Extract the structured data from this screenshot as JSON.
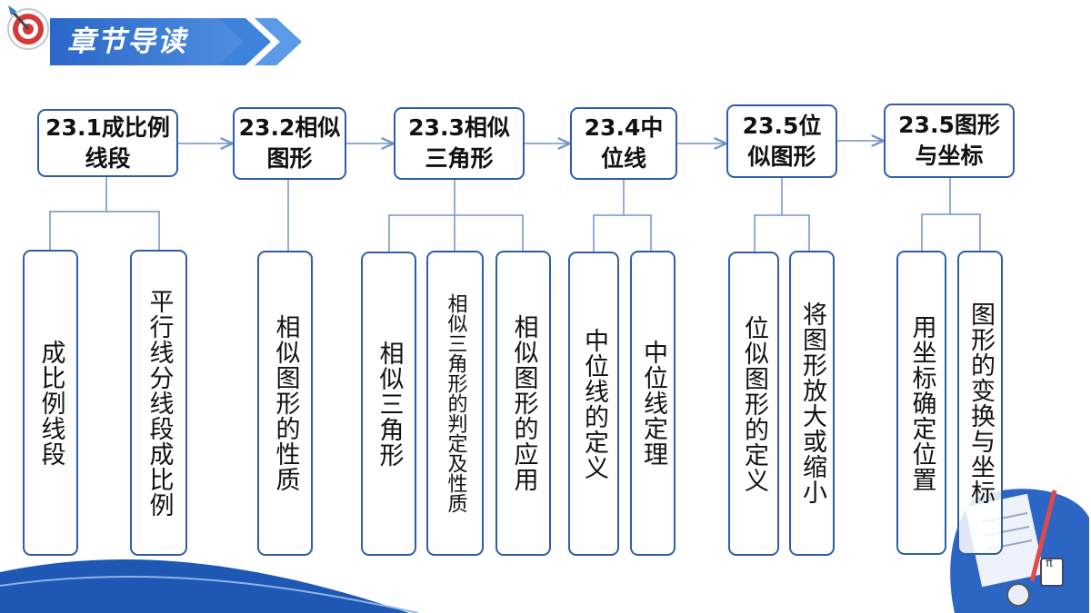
{
  "header": {
    "title": "章节导读"
  },
  "sections": [
    {
      "heading": "23.1成比例线段",
      "children": [
        "成比例线段",
        "平行线分线段成比例"
      ]
    },
    {
      "heading": "23.2相似图形",
      "children": [
        "相似图形的性质"
      ]
    },
    {
      "heading": "23.3相似三角形",
      "children": [
        "相似三角形",
        "相似三角形的判定及性质",
        "相似图形的应用"
      ]
    },
    {
      "heading": "23.4中位线",
      "children": [
        "中位线的定义",
        "中位线定理"
      ]
    },
    {
      "heading": "23.5位似图形",
      "children": [
        "位似图形的定义",
        "将图形放大或缩小"
      ]
    },
    {
      "heading": "23.5图形与坐标",
      "children": [
        "用坐标确定位置",
        "图形的变换与坐标"
      ]
    }
  ],
  "colors": {
    "accent": "#2f5ea8",
    "banner": "#3a7bd5",
    "connector": "#6f93c9"
  }
}
